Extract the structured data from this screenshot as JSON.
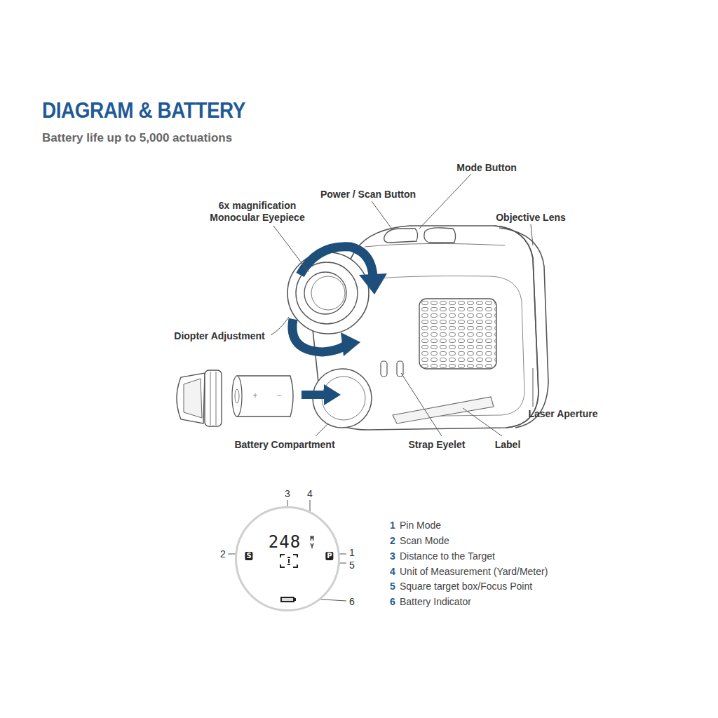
{
  "diagram": {
    "title": "DIAGRAM & BATTERY",
    "nodes": [
      {
        "text": [
          "248",
          "M",
          "Y",
          "S",
          "P"
        ]
      }
    ],
    "edges": [],
    "labels": [
      "Battery life up to 5,000 actuations",
      "Mode Button",
      "Power / Scan Button",
      "6x magnification Monocular Eyepiece",
      "Objective Lens",
      "Diopter Adjustment",
      "Laser Aperture",
      "Battery Compartment",
      "Strap Eyelet",
      "Label",
      "+",
      "−",
      "3",
      "4",
      "2",
      "1",
      "5",
      "6",
      "1",
      "Pin Mode",
      "2",
      "Scan Mode",
      "3",
      "Distance to the Target",
      "4",
      "Unit of Measurement (Yard/Meter)",
      "5",
      "Square target box/Focus Point",
      "6",
      "Battery Indicator"
    ]
  }
}
